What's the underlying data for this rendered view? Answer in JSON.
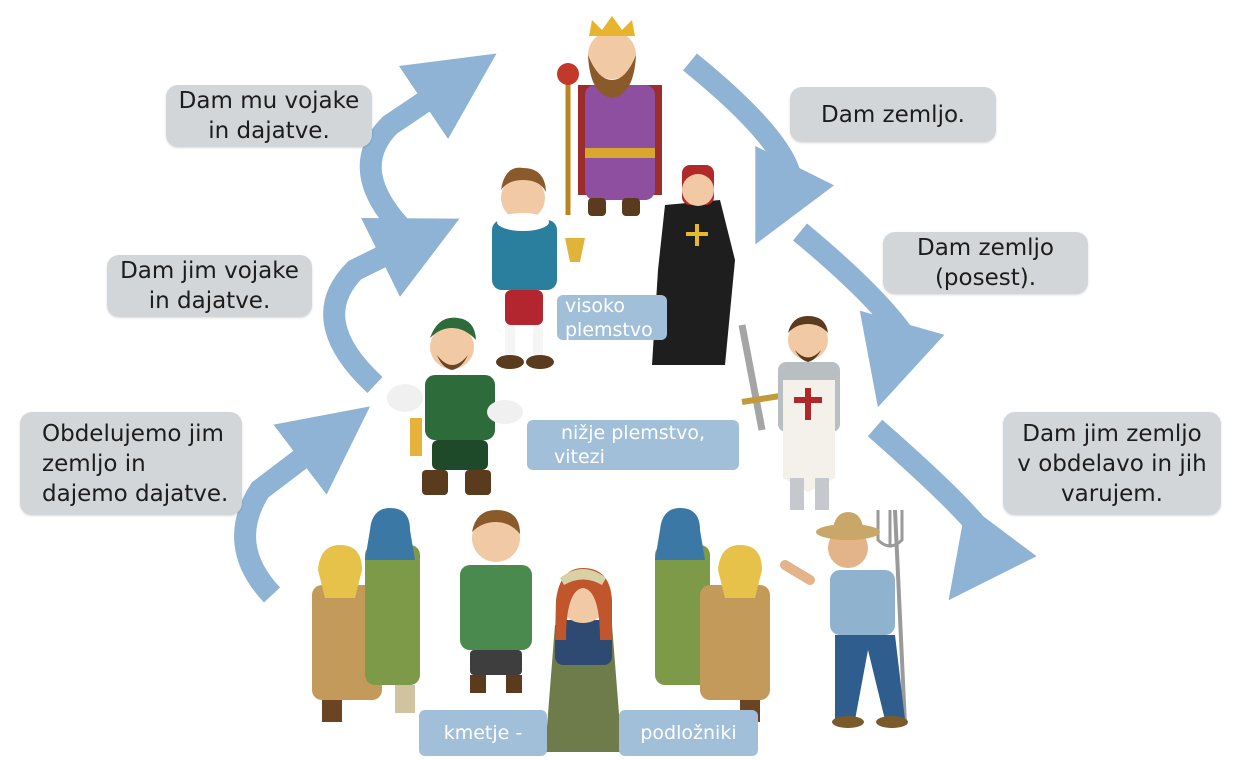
{
  "colors": {
    "arrow": "#8fb3d4",
    "box_bg": "#d3d6d9",
    "tag_bg": "#a2bfd9"
  },
  "left_labels": {
    "top": [
      "Dam mu vojake",
      "in dajatve."
    ],
    "middle": [
      "Dam jim vojake",
      "in dajatve."
    ],
    "bottom": [
      "Obdelujemo jim",
      "zemljo in",
      "dajemo dajatve."
    ]
  },
  "right_labels": {
    "top": [
      "Dam zemljo."
    ],
    "middle": [
      "Dam zemljo",
      "(posest)."
    ],
    "bottom": [
      "Dam jim zemljo",
      "v obdelavo in jih",
      "varujem."
    ]
  },
  "tags": {
    "high_nobility": [
      "visoko",
      "plemstvo"
    ],
    "low_nobility": [
      "nižje plemstvo,",
      "vitezi"
    ],
    "peasants_1": "kmetje -",
    "peasants_2": "podložniki"
  },
  "figures": [
    "king-figure",
    "bishop-figure",
    "noble-figure",
    "lower-noble-figure",
    "knight-figure",
    "peasant-group-left",
    "peasant-boy-figure",
    "peasant-girl-figure",
    "peasant-group-right",
    "farmer-with-pitchfork-figure"
  ]
}
